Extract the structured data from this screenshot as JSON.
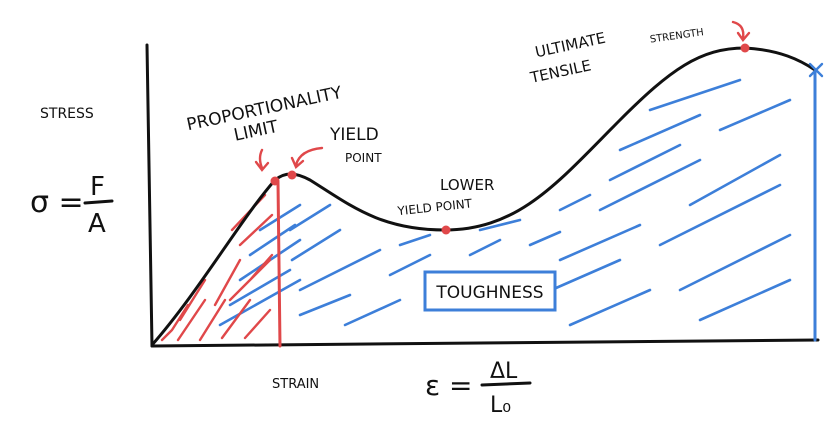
{
  "diagram": {
    "y_axis_label": "STRESS",
    "stress_formula": {
      "lhs": "σ =",
      "numerator": "F",
      "denominator": "A"
    },
    "x_axis_label": "STRAIN",
    "strain_formula": {
      "lhs": "ε =",
      "numerator": "ΔL",
      "denominator": "L₀"
    },
    "annotations": {
      "proportionality_limit": [
        "PROPORTIONALITY",
        "LIMIT"
      ],
      "yield_point": [
        "YIELD",
        "POINT"
      ],
      "lower_yield_point": [
        "LOWER",
        "YIELD POINT"
      ],
      "ultimate_tensile_strength": [
        "ULTIMATE",
        "TENSILE",
        "STRENGTH"
      ]
    },
    "region_label": "TOUGHNESS",
    "colors": {
      "ink": "#111111",
      "toughness": "#3d7fd9",
      "elastic": "#e0484a"
    }
  }
}
